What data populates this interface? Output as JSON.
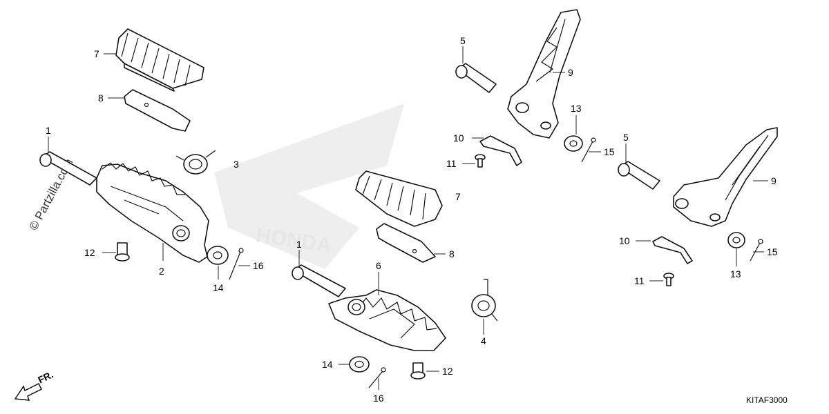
{
  "watermark": "© Partzilla.com",
  "diagram_code": "KITAF3000",
  "front_label": "FR.",
  "logo_text": "HONDA",
  "callouts": {
    "c1a": "1",
    "c1b": "1",
    "c2": "2",
    "c3": "3",
    "c4": "4",
    "c5a": "5",
    "c5b": "5",
    "c6": "6",
    "c7a": "7",
    "c7b": "7",
    "c8a": "8",
    "c8b": "8",
    "c9a": "9",
    "c9b": "9",
    "c10a": "10",
    "c10b": "10",
    "c11a": "11",
    "c11b": "11",
    "c12a": "12",
    "c12b": "12",
    "c13a": "13",
    "c13b": "13",
    "c14a": "14",
    "c14b": "14",
    "c15a": "15",
    "c15b": "15",
    "c16a": "16",
    "c16b": "16"
  }
}
